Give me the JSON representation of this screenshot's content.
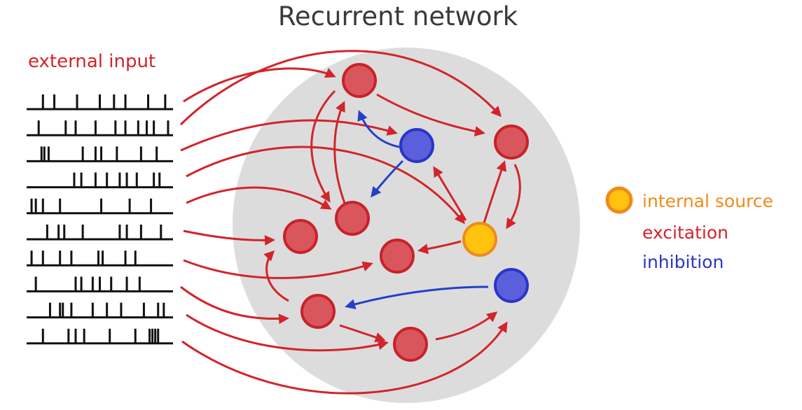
{
  "title": "Recurrent network",
  "input_label": "external input",
  "legend": {
    "internal_source": "internal source",
    "excitation": "excitation",
    "inhibition": "inhibition"
  },
  "colors": {
    "excitatory": "#d9575c",
    "excitatory_stroke": "#c8222a",
    "inhibitory": "#5b5fdc",
    "inhibitory_stroke": "#2a35c8",
    "source": "#ffc20e",
    "source_stroke": "#f08a1c",
    "excitation_arrow": "#d2242a",
    "inhibition_arrow": "#2440c8",
    "network_bg": "#dcdcdc",
    "title_text": "#3a3a3a"
  },
  "spike_trains": [
    [
      0.1,
      0.18,
      0.34,
      0.5,
      0.6,
      0.68,
      0.84,
      0.96
    ],
    [
      0.07,
      0.26,
      0.33,
      0.47,
      0.61,
      0.68,
      0.77,
      0.83,
      0.88,
      0.98
    ],
    [
      0.09,
      0.11,
      0.14,
      0.38,
      0.47,
      0.51,
      0.62,
      0.79,
      0.9
    ],
    [
      0.32,
      0.37,
      0.47,
      0.55,
      0.64,
      0.69,
      0.76,
      0.88,
      0.92
    ],
    [
      0.02,
      0.05,
      0.1,
      0.22,
      0.51,
      0.71,
      0.86
    ],
    [
      0.13,
      0.21,
      0.25,
      0.38,
      0.64,
      0.69,
      0.79,
      0.93
    ],
    [
      0.02,
      0.1,
      0.22,
      0.3,
      0.49,
      0.52,
      0.68,
      0.75
    ],
    [
      0.05,
      0.33,
      0.37,
      0.45,
      0.5,
      0.58,
      0.69,
      0.78
    ],
    [
      0.15,
      0.22,
      0.24,
      0.3,
      0.45,
      0.55,
      0.65,
      0.81,
      0.91,
      0.95
    ],
    [
      0.1,
      0.28,
      0.33,
      0.39,
      0.57,
      0.75,
      0.85,
      0.87,
      0.89,
      0.91
    ]
  ],
  "neurons": [
    {
      "id": "e1",
      "type": "excitatory"
    },
    {
      "id": "e2",
      "type": "excitatory"
    },
    {
      "id": "e3",
      "type": "excitatory"
    },
    {
      "id": "e4",
      "type": "excitatory"
    },
    {
      "id": "e5",
      "type": "excitatory"
    },
    {
      "id": "e6",
      "type": "excitatory"
    },
    {
      "id": "e7",
      "type": "excitatory"
    },
    {
      "id": "i1",
      "type": "inhibitory"
    },
    {
      "id": "i2",
      "type": "inhibitory"
    },
    {
      "id": "s1",
      "type": "source"
    }
  ]
}
